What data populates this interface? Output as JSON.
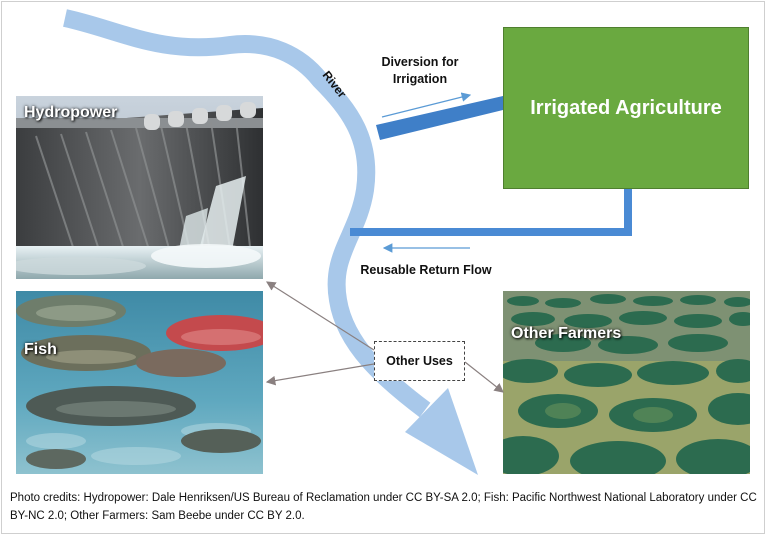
{
  "diagram": {
    "river_label": "River",
    "diversion_label": "Diversion for Irrigation",
    "irrigated_agriculture_label": "Irrigated Agriculture",
    "return_flow_label": "Reusable Return Flow",
    "other_uses_label": "Other Uses",
    "hydropower_label": "Hydropower",
    "fish_label": "Fish",
    "other_farmers_label": "Other Farmers",
    "credits": "Photo credits: Hydropower: Dale Henriksen/US Bureau of Reclamation under CC BY-SA 2.0; Fish: Pacific Northwest National Laboratory under CC BY-NC 2.0; Other Farmers: Sam Beebe under CC BY 2.0.",
    "colors": {
      "river": "#a8c8ea",
      "diversion": "#3f7fc8",
      "return_flow": "#4a8ad4",
      "agriculture": "#6aa940",
      "arrow_thin": "#5b9bd5",
      "connector": "#8a8080"
    }
  }
}
